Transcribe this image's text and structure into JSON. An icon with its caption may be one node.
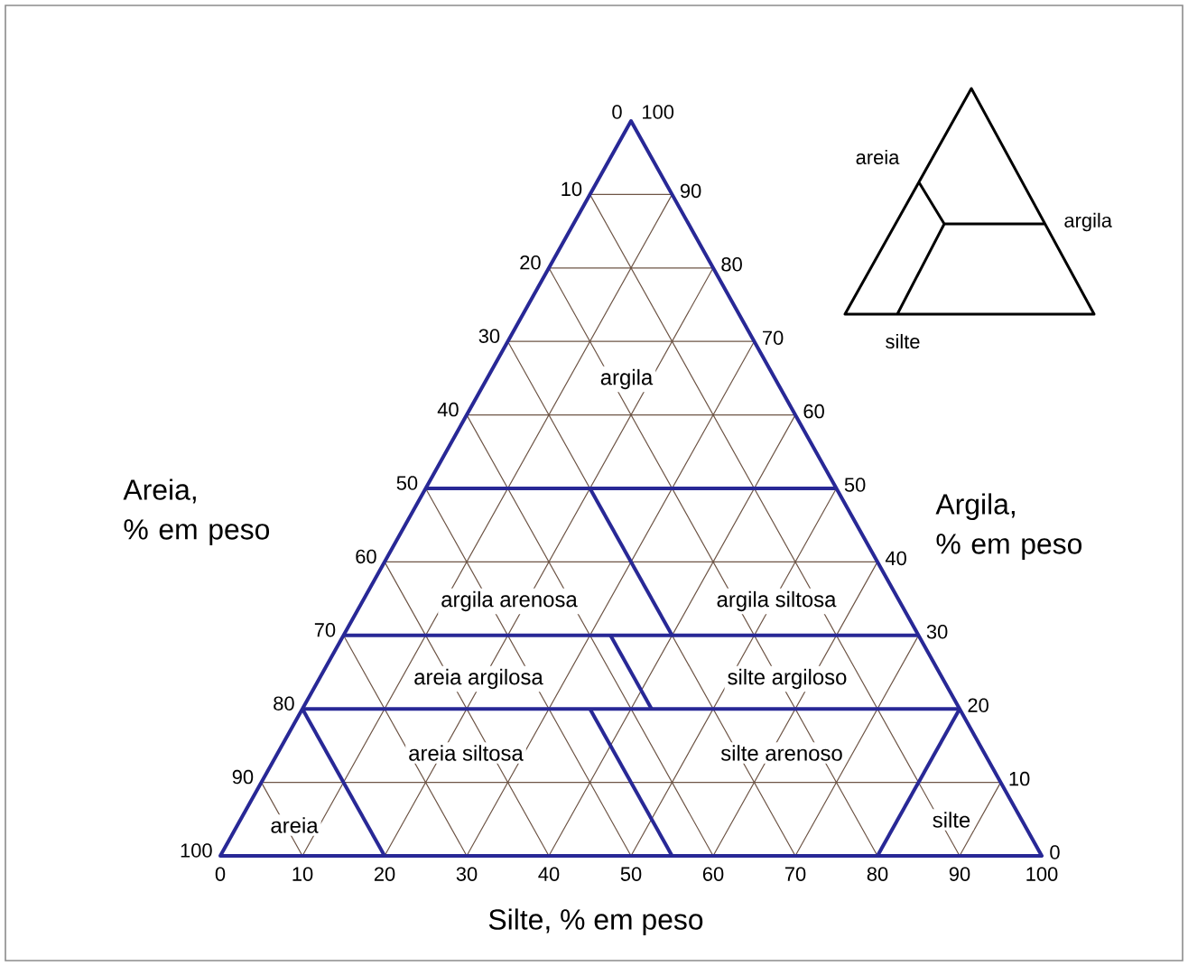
{
  "diagram": {
    "labels": [
      "0",
      "100",
      "areia",
      "argila",
      "silte",
      "10",
      "90",
      "20",
      "80",
      "30",
      "70",
      "argila",
      "40",
      "60",
      "50",
      "50",
      "Areia, % em peso",
      "Argila, % em peso",
      "60",
      "40",
      "argila arenosa",
      "argila siltosa",
      "70",
      "30",
      "areia argilosa",
      "silte argiloso",
      "80",
      "20",
      "areia siltosa",
      "silte arenoso",
      "90",
      "10",
      "areia",
      "silte",
      "100",
      "0",
      "0",
      "10",
      "20",
      "30",
      "40",
      "50",
      "60",
      "70",
      "80",
      "90",
      "100",
      "Silte, % em peso"
    ]
  }
}
